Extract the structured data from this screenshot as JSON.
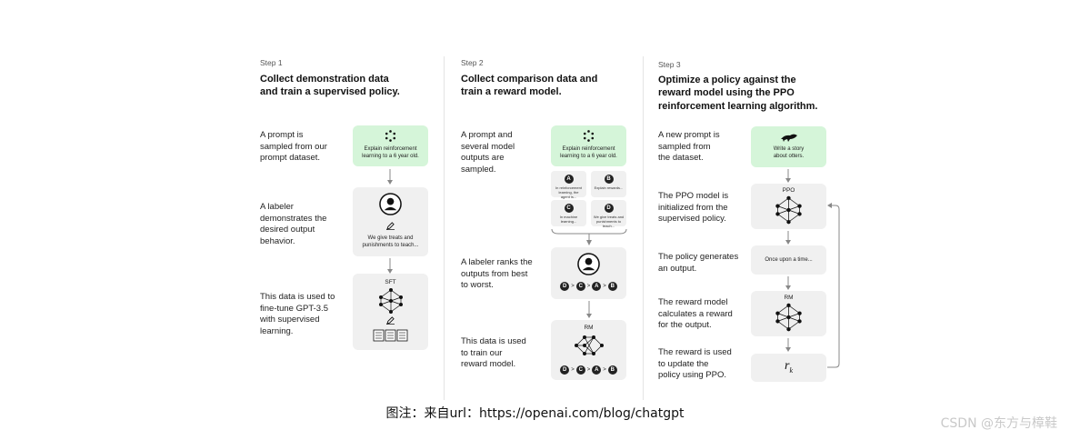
{
  "steps": [
    {
      "label": "Step 1",
      "title_lines": [
        "Collect demonstration data",
        "and train a supervised policy."
      ],
      "descriptions": [
        [
          "A prompt is",
          "sampled from our",
          "prompt dataset."
        ],
        [
          "A labeler",
          "demonstrates the",
          "desired output",
          "behavior."
        ],
        [
          "This data is used to",
          "fine-tune GPT-3.5",
          "with supervised",
          "learning."
        ]
      ],
      "prompt_card": [
        "Explain reinforcement",
        "learning to a 6 year old."
      ],
      "labeler_card": [
        "We give treats and",
        "punishments to teach..."
      ],
      "model_label": "SFT"
    },
    {
      "label": "Step 2",
      "title_lines": [
        "Collect comparison data and",
        "train a reward model."
      ],
      "descriptions": [
        [
          "A prompt and",
          "several model",
          "outputs are",
          "sampled."
        ],
        [
          "A labeler ranks the",
          "outputs from best",
          "to worst."
        ],
        [
          "This data is used",
          "to train our",
          "reward model."
        ]
      ],
      "prompt_card": [
        "Explain reinforcement",
        "learning to a 6 year old."
      ],
      "outputs": [
        {
          "badge": "A",
          "text": [
            "In reinforcement",
            "learning, the",
            "agent is..."
          ]
        },
        {
          "badge": "B",
          "text": [
            "Explain rewards..."
          ]
        },
        {
          "badge": "C",
          "text": [
            "In machine",
            "learning..."
          ]
        },
        {
          "badge": "D",
          "text": [
            "We give treats and",
            "punishments to",
            "teach..."
          ]
        }
      ],
      "ranking": [
        "D",
        "C",
        "A",
        "B"
      ],
      "rank_sep": ">",
      "model_label": "RM"
    },
    {
      "label": "Step 3",
      "title_lines": [
        "Optimize a policy against the",
        "reward model using the PPO",
        "reinforcement learning algorithm."
      ],
      "descriptions": [
        [
          "A new prompt is",
          "sampled from",
          "the dataset."
        ],
        [
          "The PPO model is",
          "initialized from the",
          "supervised policy."
        ],
        [
          "The policy generates",
          "an output."
        ],
        [
          "The reward model",
          "calculates a reward",
          "for the output."
        ],
        [
          "The reward is used",
          "to update the",
          "policy using PPO."
        ]
      ],
      "prompt_card": [
        "Write a story",
        "about otters."
      ],
      "ppo_label": "PPO",
      "output_text": "Once upon a time...",
      "rm_label": "RM",
      "reward_symbol": "r",
      "reward_subscript": "k"
    }
  ],
  "caption": "图注：来自url：https://openai.com/blog/chatgpt",
  "watermark": "CSDN @东方与樟鞋"
}
